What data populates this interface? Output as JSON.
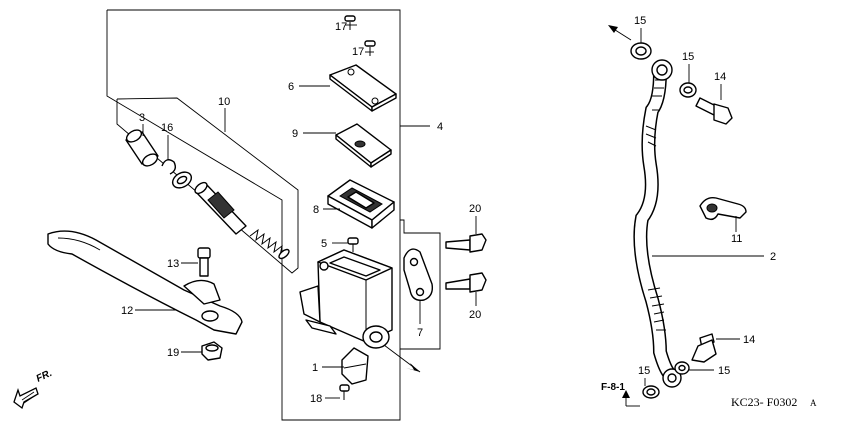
{
  "diagram": {
    "callouts": [
      {
        "id": "c17a",
        "label": "17"
      },
      {
        "id": "c17b",
        "label": "17"
      },
      {
        "id": "c6",
        "label": "6"
      },
      {
        "id": "c9",
        "label": "9"
      },
      {
        "id": "c4",
        "label": "4"
      },
      {
        "id": "c8",
        "label": "8"
      },
      {
        "id": "c10",
        "label": "10"
      },
      {
        "id": "c3",
        "label": "3"
      },
      {
        "id": "c16",
        "label": "16"
      },
      {
        "id": "c5",
        "label": "5"
      },
      {
        "id": "c13",
        "label": "13"
      },
      {
        "id": "c12",
        "label": "12"
      },
      {
        "id": "c19",
        "label": "19"
      },
      {
        "id": "c20a",
        "label": "20"
      },
      {
        "id": "c20b",
        "label": "20"
      },
      {
        "id": "c7",
        "label": "7"
      },
      {
        "id": "c1",
        "label": "1"
      },
      {
        "id": "c18",
        "label": "18"
      },
      {
        "id": "c15a",
        "label": "15"
      },
      {
        "id": "c15b",
        "label": "15"
      },
      {
        "id": "c14a",
        "label": "14"
      },
      {
        "id": "c11",
        "label": "11"
      },
      {
        "id": "c2",
        "label": "2"
      },
      {
        "id": "c14b",
        "label": "14"
      },
      {
        "id": "c15c",
        "label": "15"
      },
      {
        "id": "c15d",
        "label": "15"
      }
    ],
    "reference_label": "F-8-1",
    "front_label": "FR.",
    "figure_code": "KC23- F0302",
    "figure_suffix": "A"
  }
}
